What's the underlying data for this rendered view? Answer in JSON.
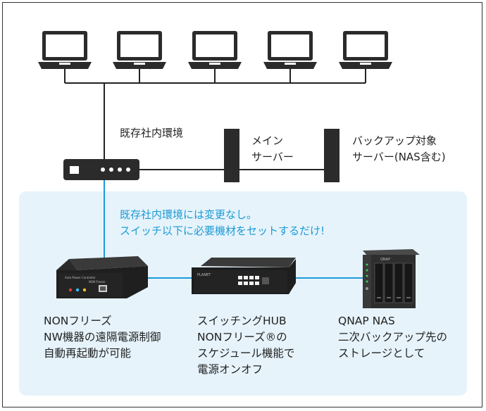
{
  "labels": {
    "office_env": "既存社内環境",
    "main_server_1": "メイン",
    "main_server_2": "サーバー",
    "backup_server_1": "バックアップ対象",
    "backup_server_2": "サーバー(NAS含む)"
  },
  "note": {
    "line1": "既存社内環境には変更なし。",
    "line2": "スイッチ以下に必要機材をセットするだけ!"
  },
  "devices": {
    "non_freeze": {
      "title": "NONフリーズ",
      "line2": "NW機器の遠隔電源制御",
      "line3": "自動再起動が可能"
    },
    "switching_hub": {
      "title": "スイッチングHUB",
      "line2": "NONフリーズ®の",
      "line3": "スケジュール機能で",
      "line4": "電源オンオフ"
    },
    "qnap_nas": {
      "title": "QNAP NAS",
      "line2": "二次バックアップ先の",
      "line3": "ストレージとして"
    }
  },
  "colors": {
    "wire_black": "#222222",
    "wire_blue": "#1c9ad6",
    "panel_bg": "#e6f3fb",
    "note_text": "#1c9ad6"
  }
}
